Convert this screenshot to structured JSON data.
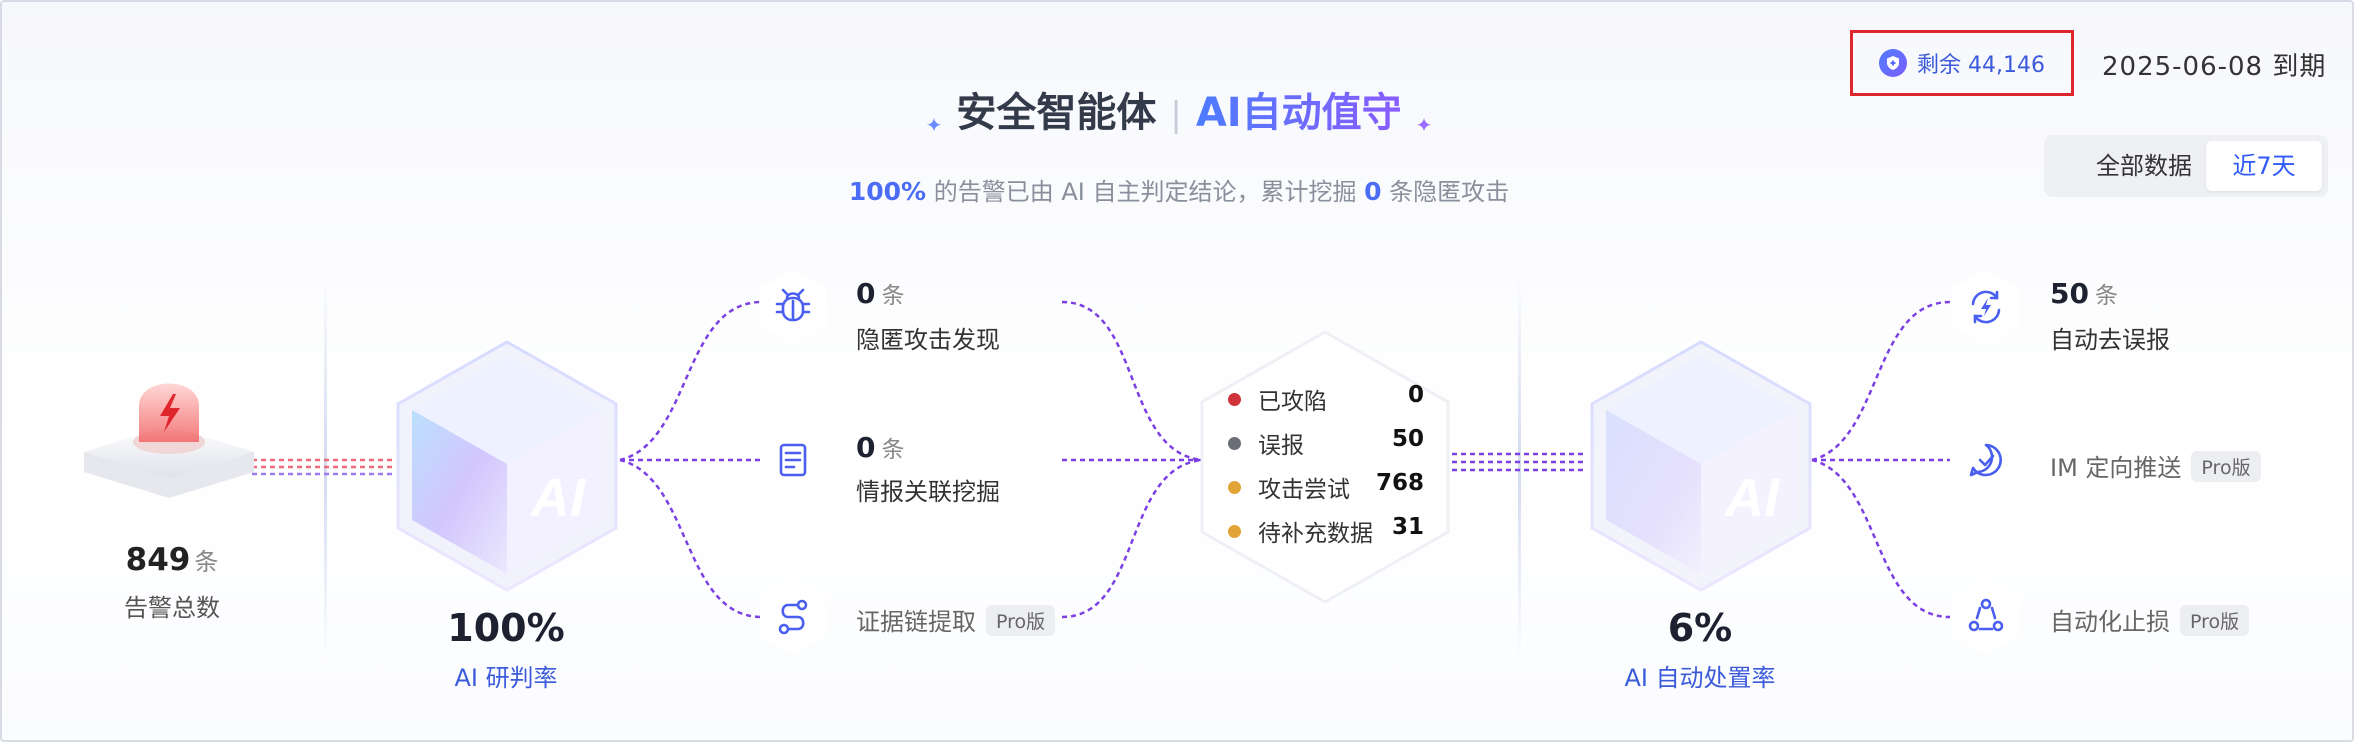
{
  "header": {
    "quota_label": "剩余 44,146",
    "expire_text": "2025-06-08 到期"
  },
  "title": {
    "part1": "安全智能体",
    "part2": "AI自动值守"
  },
  "subtitle": {
    "percent": "100%",
    "text1": " 的告警已由 AI 自主判定结论，累计挖掘 ",
    "count": "0",
    "text2": " 条隐匿攻击"
  },
  "range": {
    "options": [
      "全部数据",
      "近7天"
    ],
    "selected": "近7天"
  },
  "alarm": {
    "count": "849",
    "unit": "条",
    "label": "告警总数"
  },
  "ai_judge": {
    "rate": "100%",
    "label": "AI 研判率",
    "cube_text": "AI"
  },
  "left_items": [
    {
      "icon": "bug-icon",
      "count": "0",
      "unit": "条",
      "label": "隐匿攻击发现"
    },
    {
      "icon": "document-icon",
      "count": "0",
      "unit": "条",
      "label": "情报关联挖掘"
    },
    {
      "icon": "route-icon",
      "label": "证据链提取",
      "pro": "Pro版"
    }
  ],
  "stats": [
    {
      "label": "已攻陷",
      "value": "0",
      "color": "#d0343a"
    },
    {
      "label": "误报",
      "value": "50",
      "color": "#6b6e78"
    },
    {
      "label": "攻击尝试",
      "value": "768",
      "color": "#e3a437"
    },
    {
      "label": "待补充数据",
      "value": "31",
      "color": "#e3a437"
    }
  ],
  "ai_dispose": {
    "rate": "6%",
    "label": "AI 自动处置率",
    "cube_text": "AI"
  },
  "right_items": [
    {
      "icon": "refresh-bolt-icon",
      "count": "50",
      "unit": "条",
      "label": "自动去误报"
    },
    {
      "icon": "chat-check-icon",
      "label": "IM 定向推送",
      "pro": "Pro版"
    },
    {
      "icon": "cycle-icon",
      "label": "自动化止损",
      "pro": "Pro版"
    }
  ],
  "colors": {
    "accent": "#3b5bdb",
    "connector": "#7b3fe4",
    "alarm_red": "#e0262d"
  }
}
